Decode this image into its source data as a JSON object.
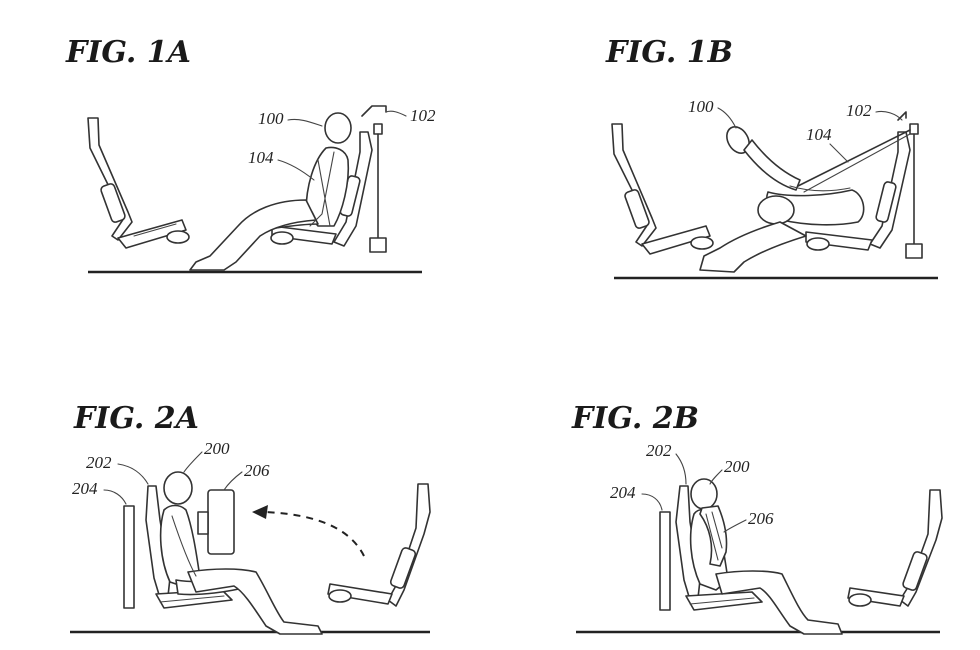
{
  "figures": {
    "fig1a": {
      "title": "FIG. 1A",
      "refs": {
        "occupant": "100",
        "anchor": "102",
        "belt": "104"
      }
    },
    "fig1b": {
      "title": "FIG. 1B",
      "refs": {
        "occupant": "100",
        "anchor": "102",
        "belt": "104"
      }
    },
    "fig2a": {
      "title": "FIG. 2A",
      "refs": {
        "occupant": "200",
        "seat": "202",
        "panel": "204",
        "airbag": "206"
      }
    },
    "fig2b": {
      "title": "FIG. 2B",
      "refs": {
        "occupant": "200",
        "seat": "202",
        "panel": "204",
        "airbag": "206"
      }
    }
  }
}
